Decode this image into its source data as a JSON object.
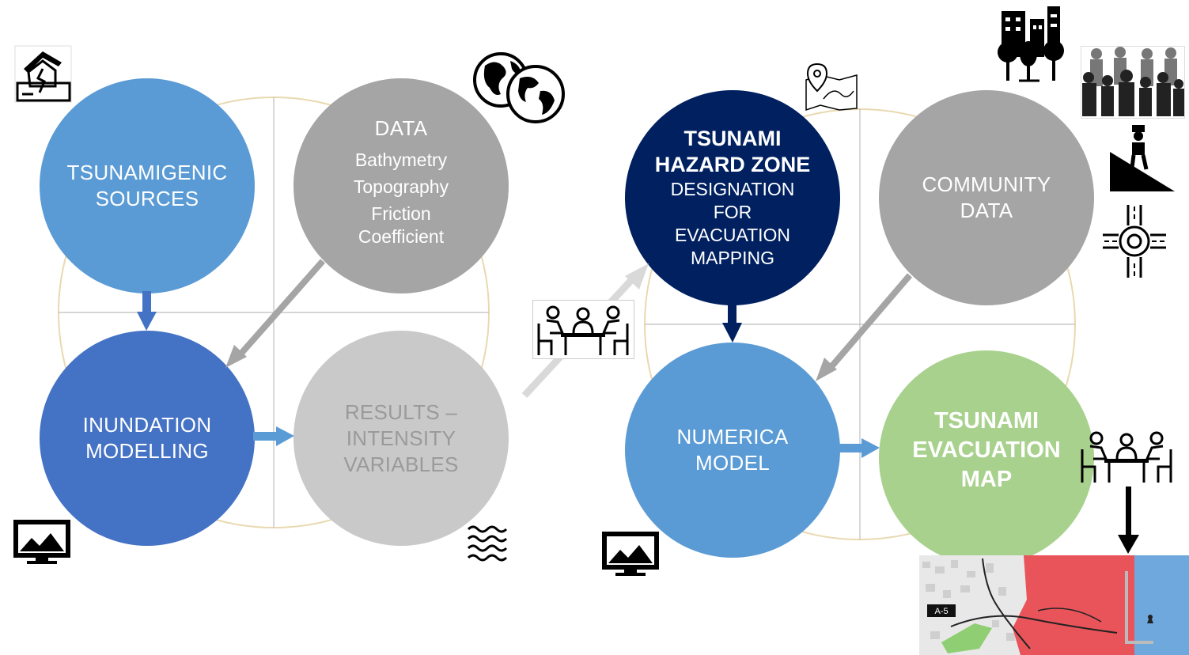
{
  "left_cycle": {
    "sources": {
      "line1": "TSUNAMIGENIC",
      "line2": "SOURCES",
      "color": "#5B9BD5"
    },
    "data": {
      "title": "DATA",
      "items": [
        "Bathymetry",
        "Topography",
        "Friction",
        "Coefficient"
      ],
      "color": "#A5A5A5"
    },
    "inundation": {
      "line1": "INUNDATION",
      "line2": "MODELLING",
      "color": "#4472C4"
    },
    "results": {
      "line1": "RESULTS –",
      "line2": "INTENSITY",
      "line3": "VARIABLES",
      "color": "#C9C9C9",
      "text_color": "#9A9A9A"
    }
  },
  "right_cycle": {
    "hazard": {
      "bold1": "TSUNAMI",
      "bold2": "HAZARD ZONE",
      "line3": "DESIGNATION",
      "line4": "FOR",
      "line5": "EVACUATION",
      "line6": "MAPPING",
      "color": "#002060"
    },
    "community": {
      "line1": "COMMUNITY",
      "line2": "DATA",
      "color": "#A5A5A5"
    },
    "numerical": {
      "line1": "NUMERICA",
      "line2": "MODEL",
      "color": "#5B9BD5"
    },
    "evacuation": {
      "line1": "TSUNAMI",
      "line2": "EVACUATION",
      "line3": "MAP",
      "color": "#A9D18E"
    }
  },
  "map_thumbnail": {
    "label": "A-5"
  },
  "icons": [
    "collapsed-house-icon",
    "globe-icon",
    "monitor-icon",
    "waves-icon",
    "meeting-icon",
    "map-pin-icon",
    "city-icon",
    "crowd-icon",
    "climbing-person-icon",
    "roundabout-icon",
    "monitor-icon",
    "meeting-icon",
    "down-arrow-icon"
  ]
}
